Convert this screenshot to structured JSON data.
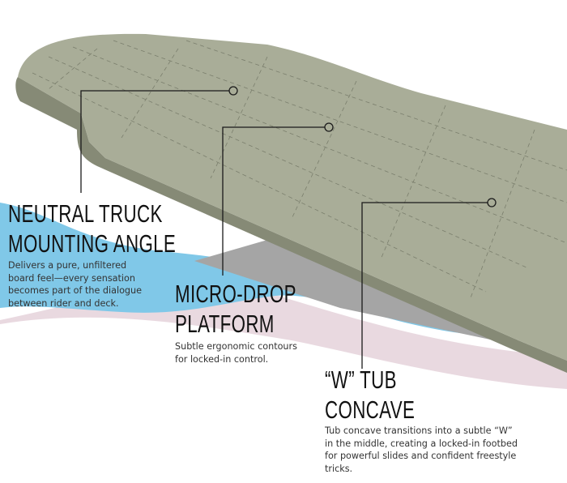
{
  "callouts": [
    {
      "title_line1": "NEUTRAL TRUCK",
      "title_line2": "MOUNTING ANGLE",
      "body": [
        "Delivers a pure, unfiltered",
        "board feel—every sensation",
        "becomes part of the dialogue",
        "between rider and deck."
      ]
    },
    {
      "title_line1": "MICRO-DROP",
      "title_line2": "PLATFORM",
      "body": [
        "Subtle ergonomic contours",
        "for locked-in control."
      ]
    },
    {
      "title_line1": "“W” TUB",
      "title_line2": "CONCAVE",
      "body": [
        "Tub concave transitions into a subtle “W”",
        "in the middle, creating a locked-in footbed",
        "for powerful slides and confident freestyle",
        "tricks."
      ]
    }
  ],
  "colors": {
    "deck": "#a9ad98",
    "deck_edge": "#868a76",
    "wave_blue": "#80c8e8",
    "wave_pink": "#e9d9e0",
    "shadow": "#a5a5a5"
  }
}
